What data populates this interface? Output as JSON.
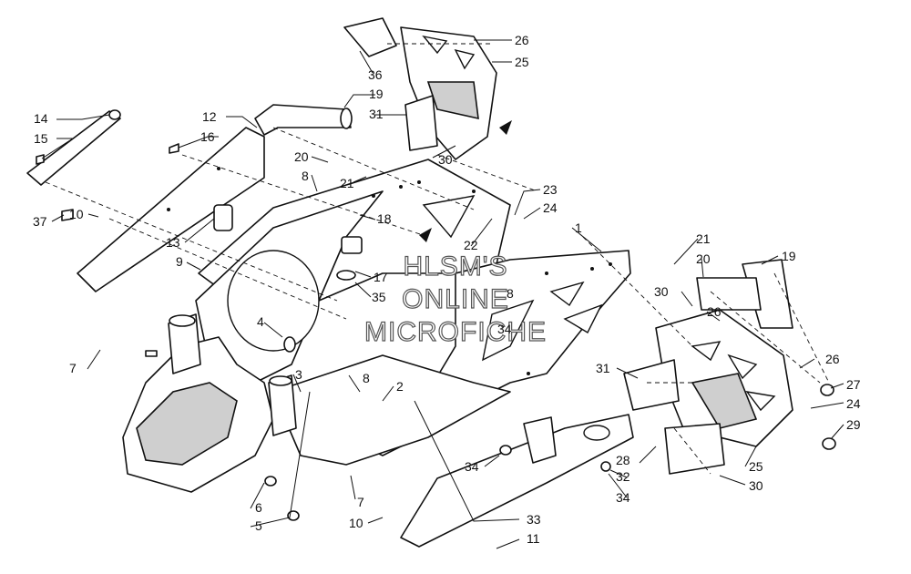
{
  "diagram": {
    "watermark": [
      "HLSM'S",
      "ONLINE",
      "MICROFICHE"
    ],
    "callouts": [
      {
        "id": "c1",
        "text": "1"
      },
      {
        "id": "c2",
        "text": "2"
      },
      {
        "id": "c3",
        "text": "3"
      },
      {
        "id": "c4",
        "text": "4"
      },
      {
        "id": "c5",
        "text": "5"
      },
      {
        "id": "c6",
        "text": "6"
      },
      {
        "id": "c7a",
        "text": "7"
      },
      {
        "id": "c7b",
        "text": "7"
      },
      {
        "id": "c8a",
        "text": "8"
      },
      {
        "id": "c8b",
        "text": "8"
      },
      {
        "id": "c8c",
        "text": "8"
      },
      {
        "id": "c9",
        "text": "9"
      },
      {
        "id": "c10a",
        "text": "10"
      },
      {
        "id": "c10b",
        "text": "10"
      },
      {
        "id": "c11",
        "text": "11"
      },
      {
        "id": "c12",
        "text": "12"
      },
      {
        "id": "c13",
        "text": "13"
      },
      {
        "id": "c14",
        "text": "14"
      },
      {
        "id": "c15",
        "text": "15"
      },
      {
        "id": "c16",
        "text": "16"
      },
      {
        "id": "c17",
        "text": "17"
      },
      {
        "id": "c18",
        "text": "18"
      },
      {
        "id": "c19a",
        "text": "19"
      },
      {
        "id": "c19b",
        "text": "19"
      },
      {
        "id": "c20a",
        "text": "20"
      },
      {
        "id": "c20b",
        "text": "20"
      },
      {
        "id": "c21a",
        "text": "21"
      },
      {
        "id": "c21b",
        "text": "21"
      },
      {
        "id": "c22",
        "text": "22"
      },
      {
        "id": "c23",
        "text": "23"
      },
      {
        "id": "c24a",
        "text": "24"
      },
      {
        "id": "c24b",
        "text": "24"
      },
      {
        "id": "c25a",
        "text": "25"
      },
      {
        "id": "c25b",
        "text": "25"
      },
      {
        "id": "c26a",
        "text": "26"
      },
      {
        "id": "c26b",
        "text": "26"
      },
      {
        "id": "c26c",
        "text": "26"
      },
      {
        "id": "c27",
        "text": "27"
      },
      {
        "id": "c28",
        "text": "28"
      },
      {
        "id": "c29",
        "text": "29"
      },
      {
        "id": "c30a",
        "text": "30"
      },
      {
        "id": "c30b",
        "text": "30"
      },
      {
        "id": "c30c",
        "text": "30"
      },
      {
        "id": "c31a",
        "text": "31"
      },
      {
        "id": "c31b",
        "text": "31"
      },
      {
        "id": "c32",
        "text": "32"
      },
      {
        "id": "c33",
        "text": "33"
      },
      {
        "id": "c34a",
        "text": "34"
      },
      {
        "id": "c34b",
        "text": "34"
      },
      {
        "id": "c34c",
        "text": "34"
      },
      {
        "id": "c35",
        "text": "35"
      },
      {
        "id": "c36",
        "text": "36"
      },
      {
        "id": "c37",
        "text": "37"
      }
    ]
  }
}
